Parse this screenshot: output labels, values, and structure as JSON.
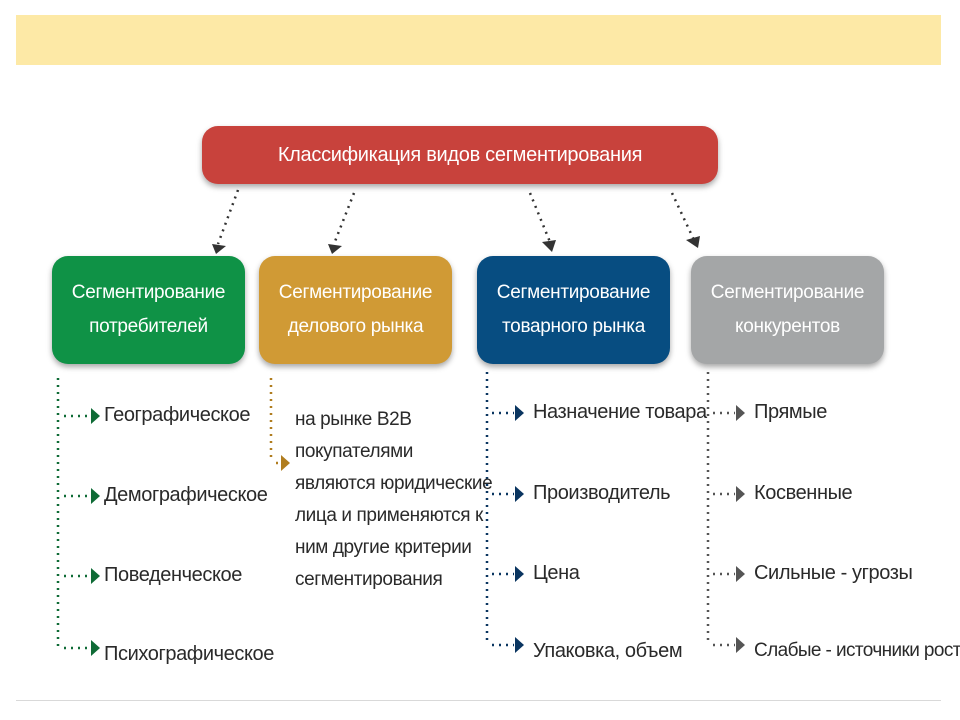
{
  "diagram": {
    "root": "Классификация видов сегментирования",
    "categories": [
      {
        "line1": "Сегментирование",
        "line2": "потребителей",
        "color": "#0f9246",
        "items": [
          "Географическое",
          "Демографическое",
          "Поведенческое",
          "Психографическое"
        ]
      },
      {
        "line1": "Сегментирование",
        "line2": "делового рынка",
        "color": "#d09a35",
        "description_lines": [
          "на рынке B2B",
          "покупателями",
          "являются юридические",
          "лица и применяются  к",
          "ним другие критерии",
          "сегментирования"
        ]
      },
      {
        "line1": "Сегментирование",
        "line2": "товарного рынка",
        "color": "#074d81",
        "items": [
          "Назначение товара",
          "Производитель",
          "Цена",
          "Упаковка, объем"
        ]
      },
      {
        "line1": "Сегментирование",
        "line2": "конкурентов",
        "color": "#a4a6a7",
        "items": [
          "Прямые",
          "Косвенные",
          "Сильные - угрозы",
          "Слабые - источники роста"
        ]
      }
    ]
  }
}
